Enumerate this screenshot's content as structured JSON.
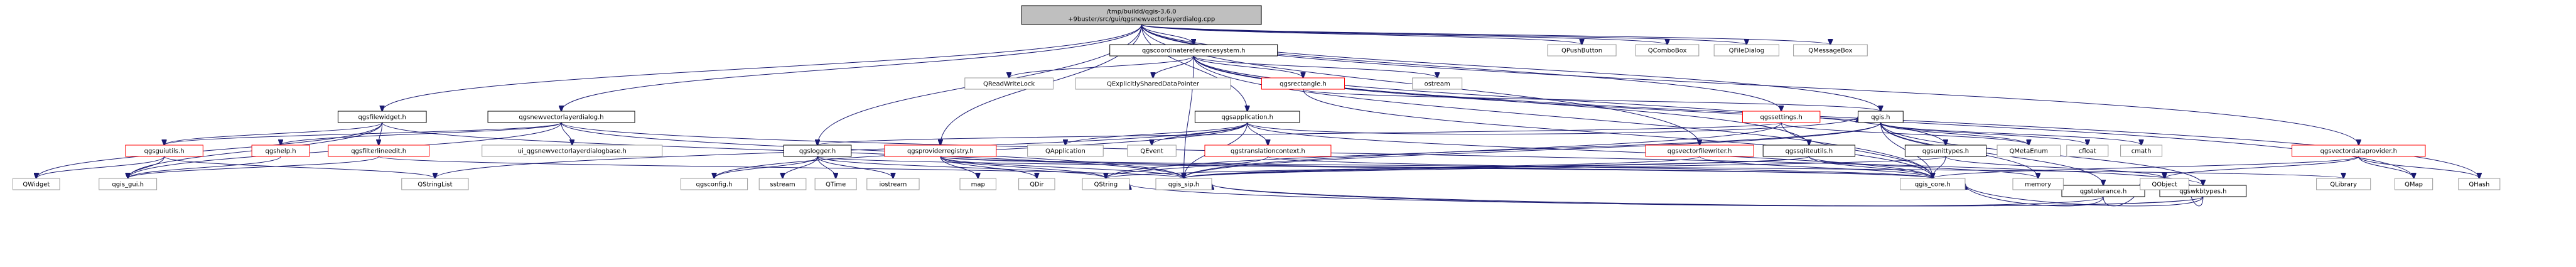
{
  "graph": {
    "nodes": [
      {
        "id": "root",
        "lines": [
          "/tmp/buildd/qgis-3.6.0",
          "+9buster/src/gui/qgsnewvectorlayerdialog.cpp"
        ],
        "style": "root"
      },
      {
        "id": "qgscoordinatereferencesystem_h",
        "lines": [
          "qgscoordinatereferencesystem.h"
        ],
        "style": "black"
      },
      {
        "id": "QPushButton",
        "lines": [
          "QPushButton"
        ],
        "style": "gray"
      },
      {
        "id": "QComboBox",
        "lines": [
          "QComboBox"
        ],
        "style": "gray"
      },
      {
        "id": "QFileDialog",
        "lines": [
          "QFileDialog"
        ],
        "style": "gray"
      },
      {
        "id": "QMessageBox",
        "lines": [
          "QMessageBox"
        ],
        "style": "gray"
      },
      {
        "id": "QReadWriteLock",
        "lines": [
          "QReadWriteLock"
        ],
        "style": "gray"
      },
      {
        "id": "QExplicitlySharedDataPointer",
        "lines": [
          "QExplicitlySharedDataPointer"
        ],
        "style": "gray"
      },
      {
        "id": "qgsrectangle_h",
        "lines": [
          "qgsrectangle.h"
        ],
        "style": "red"
      },
      {
        "id": "ostream",
        "lines": [
          "ostream"
        ],
        "style": "gray"
      },
      {
        "id": "qgsfilewidget_h",
        "lines": [
          "qgsfilewidget.h"
        ],
        "style": "black"
      },
      {
        "id": "qgsnewvectorlayerdialog_h",
        "lines": [
          "qgsnewvectorlayerdialog.h"
        ],
        "style": "black"
      },
      {
        "id": "qgsapplication_h",
        "lines": [
          "qgsapplication.h"
        ],
        "style": "black"
      },
      {
        "id": "qgssettings_h",
        "lines": [
          "qgssettings.h"
        ],
        "style": "red"
      },
      {
        "id": "qgis_h",
        "lines": [
          "qgis.h"
        ],
        "style": "black"
      },
      {
        "id": "qgsguiutils_h",
        "lines": [
          "qgsguiutils.h"
        ],
        "style": "red"
      },
      {
        "id": "qgshelp_h",
        "lines": [
          "qgshelp.h"
        ],
        "style": "red"
      },
      {
        "id": "qgsfilterlineedit_h",
        "lines": [
          "qgsfilterlineedit.h"
        ],
        "style": "red"
      },
      {
        "id": "ui_qgsnewvectorlayerdialogbase_h",
        "lines": [
          "ui_qgsnewvectorlayerdialogbase.h"
        ],
        "style": "gray"
      },
      {
        "id": "qgslogger_h",
        "lines": [
          "qgslogger.h"
        ],
        "style": "black"
      },
      {
        "id": "qgsproviderregistry_h",
        "lines": [
          "qgsproviderregistry.h"
        ],
        "style": "red"
      },
      {
        "id": "QApplication",
        "lines": [
          "QApplication"
        ],
        "style": "gray"
      },
      {
        "id": "QEvent",
        "lines": [
          "QEvent"
        ],
        "style": "gray"
      },
      {
        "id": "qgstranslationcontext_h",
        "lines": [
          "qgstranslationcontext.h"
        ],
        "style": "red"
      },
      {
        "id": "qgsvectorfilewriter_h",
        "lines": [
          "qgsvectorfilewriter.h"
        ],
        "style": "red"
      },
      {
        "id": "qgssqliteutils_h",
        "lines": [
          "qgssqliteutils.h"
        ],
        "style": "black"
      },
      {
        "id": "qgsunittypes_h",
        "lines": [
          "qgsunittypes.h"
        ],
        "style": "black"
      },
      {
        "id": "QMetaEnum",
        "lines": [
          "QMetaEnum"
        ],
        "style": "gray"
      },
      {
        "id": "cfloat",
        "lines": [
          "cfloat"
        ],
        "style": "gray"
      },
      {
        "id": "cmath",
        "lines": [
          "cmath"
        ],
        "style": "gray"
      },
      {
        "id": "qgstolerance_h",
        "lines": [
          "qgstolerance.h"
        ],
        "style": "black"
      },
      {
        "id": "qgswkbtypes_h",
        "lines": [
          "qgswkbtypes.h"
        ],
        "style": "black"
      },
      {
        "id": "qgsvectordataprovider_h",
        "lines": [
          "qgsvectordataprovider.h"
        ],
        "style": "red"
      },
      {
        "id": "QWidget",
        "lines": [
          "QWidget"
        ],
        "style": "gray"
      },
      {
        "id": "qgis_gui_h",
        "lines": [
          "qgis_gui.h"
        ],
        "style": "gray"
      },
      {
        "id": "QStringList",
        "lines": [
          "QStringList"
        ],
        "style": "gray"
      },
      {
        "id": "qgsconfig_h",
        "lines": [
          "qgsconfig.h"
        ],
        "style": "gray"
      },
      {
        "id": "sstream",
        "lines": [
          "sstream"
        ],
        "style": "gray"
      },
      {
        "id": "QTime",
        "lines": [
          "QTime"
        ],
        "style": "gray"
      },
      {
        "id": "iostream",
        "lines": [
          "iostream"
        ],
        "style": "gray"
      },
      {
        "id": "map",
        "lines": [
          "map"
        ],
        "style": "gray"
      },
      {
        "id": "QDir",
        "lines": [
          "QDir"
        ],
        "style": "gray"
      },
      {
        "id": "QString",
        "lines": [
          "QString"
        ],
        "style": "gray"
      },
      {
        "id": "qgis_sip_h",
        "lines": [
          "qgis_sip.h"
        ],
        "style": "gray"
      },
      {
        "id": "qgis_core_h",
        "lines": [
          "qgis_core.h"
        ],
        "style": "gray"
      },
      {
        "id": "memory",
        "lines": [
          "memory"
        ],
        "style": "gray"
      },
      {
        "id": "QObject",
        "lines": [
          "QObject"
        ],
        "style": "gray"
      },
      {
        "id": "QLibrary",
        "lines": [
          "QLibrary"
        ],
        "style": "gray"
      },
      {
        "id": "QMap",
        "lines": [
          "QMap"
        ],
        "style": "gray"
      },
      {
        "id": "QHash",
        "lines": [
          "QHash"
        ],
        "style": "gray"
      }
    ],
    "edges": [
      [
        "root",
        "qgscoordinatereferencesystem_h"
      ],
      [
        "root",
        "QPushButton"
      ],
      [
        "root",
        "QComboBox"
      ],
      [
        "root",
        "QFileDialog"
      ],
      [
        "root",
        "QMessageBox"
      ],
      [
        "root",
        "qgsfilewidget_h"
      ],
      [
        "root",
        "qgsnewvectorlayerdialog_h"
      ],
      [
        "root",
        "qgsapplication_h"
      ],
      [
        "root",
        "qgssettings_h"
      ],
      [
        "root",
        "qgis_h"
      ],
      [
        "root",
        "qgslogger_h"
      ],
      [
        "root",
        "qgsproviderregistry_h"
      ],
      [
        "root",
        "qgsvectorfilewriter_h"
      ],
      [
        "root",
        "qgsvectordataprovider_h"
      ],
      [
        "qgscoordinatereferencesystem_h",
        "QReadWriteLock"
      ],
      [
        "qgscoordinatereferencesystem_h",
        "QExplicitlySharedDataPointer"
      ],
      [
        "qgscoordinatereferencesystem_h",
        "qgsrectangle_h"
      ],
      [
        "qgscoordinatereferencesystem_h",
        "ostream"
      ],
      [
        "qgscoordinatereferencesystem_h",
        "qgssqliteutils_h"
      ],
      [
        "qgscoordinatereferencesystem_h",
        "qgsunittypes_h"
      ],
      [
        "qgscoordinatereferencesystem_h",
        "qgis_core_h"
      ],
      [
        "qgscoordinatereferencesystem_h",
        "qgis_sip_h"
      ],
      [
        "qgscoordinatereferencesystem_h",
        "QMap"
      ],
      [
        "qgscoordinatereferencesystem_h",
        "QHash"
      ],
      [
        "qgsrectangle_h",
        "qgis_h"
      ],
      [
        "qgsrectangle_h",
        "qgis_core_h"
      ],
      [
        "qgsfilewidget_h",
        "QWidget"
      ],
      [
        "qgsfilewidget_h",
        "qgis_gui_h"
      ],
      [
        "qgsfilewidget_h",
        "qgsguiutils_h"
      ],
      [
        "qgsfilewidget_h",
        "qgsfilterlineedit_h"
      ],
      [
        "qgsfilewidget_h",
        "qgis_sip_h"
      ],
      [
        "qgsnewvectorlayerdialog_h",
        "ui_qgsnewvectorlayerdialogbase_h"
      ],
      [
        "qgsnewvectorlayerdialog_h",
        "qgshelp_h"
      ],
      [
        "qgsnewvectorlayerdialog_h",
        "qgsguiutils_h"
      ],
      [
        "qgsnewvectorlayerdialog_h",
        "qgswkbtypes_h"
      ],
      [
        "qgsnewvectorlayerdialog_h",
        "qgis_gui_h"
      ],
      [
        "qgsnewvectorlayerdialog_h",
        "qgis_sip_h"
      ],
      [
        "qgsapplication_h",
        "qgsconfig_h"
      ],
      [
        "qgsapplication_h",
        "QApplication"
      ],
      [
        "qgsapplication_h",
        "QEvent"
      ],
      [
        "qgsapplication_h",
        "qgstranslationcontext_h"
      ],
      [
        "qgsapplication_h",
        "QStringList"
      ],
      [
        "qgsapplication_h",
        "qgis_core_h"
      ],
      [
        "qgsapplication_h",
        "qgis_sip_h"
      ],
      [
        "qgsapplication_h",
        "qgis_h"
      ],
      [
        "qgssettings_h",
        "QMetaEnum"
      ],
      [
        "qgssettings_h",
        "qgis_core_h"
      ],
      [
        "qgssettings_h",
        "qgis_sip_h"
      ],
      [
        "qgssettings_h",
        "qgslogger_h"
      ],
      [
        "qgis_h",
        "QMetaEnum"
      ],
      [
        "qgis_h",
        "cfloat"
      ],
      [
        "qgis_h",
        "cmath"
      ],
      [
        "qgis_h",
        "qgstolerance_h"
      ],
      [
        "qgis_h",
        "qgswkbtypes_h"
      ],
      [
        "qgis_h",
        "memory"
      ],
      [
        "qgis_h",
        "qgis_core_h"
      ],
      [
        "qgis_h",
        "qgis_sip_h"
      ],
      [
        "qgis_h",
        "QString"
      ],
      [
        "qgsguiutils_h",
        "QWidget"
      ],
      [
        "qgsguiutils_h",
        "qgis_gui_h"
      ],
      [
        "qgsguiutils_h",
        "QStringList"
      ],
      [
        "qgshelp_h",
        "qgis_gui_h"
      ],
      [
        "qgsfilterlineedit_h",
        "qgis_gui_h"
      ],
      [
        "qgsfilterlineedit_h",
        "qgis_sip_h"
      ],
      [
        "qgslogger_h",
        "iostream"
      ],
      [
        "qgslogger_h",
        "sstream"
      ],
      [
        "qgslogger_h",
        "QString"
      ],
      [
        "qgslogger_h",
        "QTime"
      ],
      [
        "qgslogger_h",
        "qgis_core_h"
      ],
      [
        "qgslogger_h",
        "qgsconfig_h"
      ],
      [
        "qgsproviderregistry_h",
        "map"
      ],
      [
        "qgsproviderregistry_h",
        "QDir"
      ],
      [
        "qgsproviderregistry_h",
        "QLibrary"
      ],
      [
        "qgsproviderregistry_h",
        "QString"
      ],
      [
        "qgsproviderregistry_h",
        "qgis_core_h"
      ],
      [
        "qgsproviderregistry_h",
        "qgis_sip_h"
      ],
      [
        "qgstranslationcontext_h",
        "qgis_core_h"
      ],
      [
        "qgstranslationcontext_h",
        "QString"
      ],
      [
        "qgsvectorfilewriter_h",
        "qgis_core_h"
      ],
      [
        "qgsvectorfilewriter_h",
        "qgis_sip_h"
      ],
      [
        "qgssqliteutils_h",
        "qgis_core_h"
      ],
      [
        "qgssqliteutils_h",
        "qgis_sip_h"
      ],
      [
        "qgssqliteutils_h",
        "memory"
      ],
      [
        "qgssqliteutils_h",
        "QString"
      ],
      [
        "qgsunittypes_h",
        "qgis_core_h"
      ],
      [
        "qgsunittypes_h",
        "qgis_sip_h"
      ],
      [
        "qgsunittypes_h",
        "QObject"
      ],
      [
        "qgstolerance_h",
        "QObject"
      ],
      [
        "qgstolerance_h",
        "qgis_core_h"
      ],
      [
        "qgstolerance_h",
        "qgis_sip_h"
      ],
      [
        "qgswkbtypes_h",
        "QObject"
      ],
      [
        "qgswkbtypes_h",
        "QString"
      ],
      [
        "qgswkbtypes_h",
        "qgis_core_h"
      ],
      [
        "qgswkbtypes_h",
        "qgis_sip_h"
      ],
      [
        "qgsvectordataprovider_h",
        "qgis_core_h"
      ],
      [
        "qgsvectordataprovider_h",
        "QHash"
      ],
      [
        "qgsvectordataprovider_h",
        "QMap"
      ],
      [
        "qgsvectordataprovider_h",
        "QObject"
      ]
    ]
  }
}
